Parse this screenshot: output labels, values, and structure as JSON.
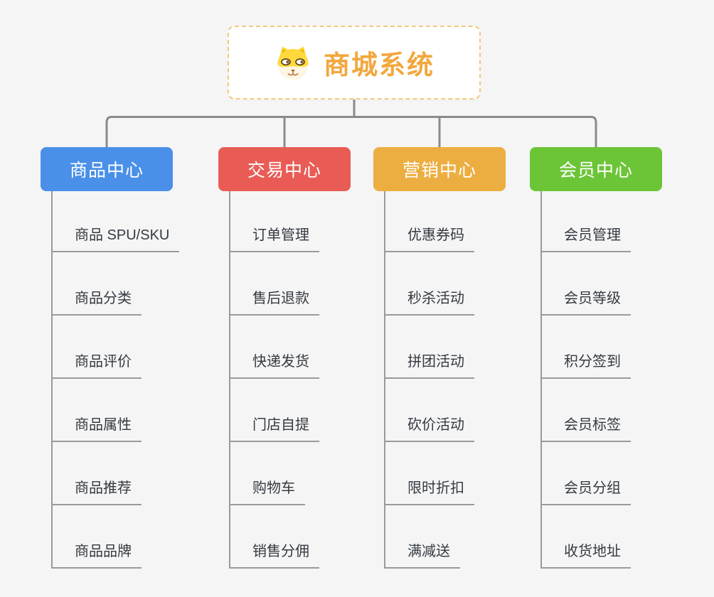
{
  "root": {
    "title": "商城系统",
    "icon": "dog-face-icon",
    "text_color": "#F2A73D",
    "border_color": "#F5C97E"
  },
  "branches": [
    {
      "id": "product-center",
      "label": "商品中心",
      "color": "#4A90E8",
      "children": [
        "商品 SPU/SKU",
        "商品分类",
        "商品评价",
        "商品属性",
        "商品推荐",
        "商品品牌"
      ]
    },
    {
      "id": "trade-center",
      "label": "交易中心",
      "color": "#E85C55",
      "children": [
        "订单管理",
        "售后退款",
        "快递发货",
        "门店自提",
        "购物车",
        "销售分佣"
      ]
    },
    {
      "id": "marketing-center",
      "label": "营销中心",
      "color": "#ECAE41",
      "children": [
        "优惠券码",
        "秒杀活动",
        "拼团活动",
        "砍价活动",
        "限时折扣",
        "满减送"
      ]
    },
    {
      "id": "member-center",
      "label": "会员中心",
      "color": "#6CC437",
      "children": [
        "会员管理",
        "会员等级",
        "积分签到",
        "会员标签",
        "会员分组",
        "收货地址"
      ]
    }
  ],
  "style": {
    "connector_color": "#8A8A8A",
    "underline_color": "#9A9A9A",
    "background_color": "#F5F5F6",
    "child_text_color": "#343A40"
  }
}
